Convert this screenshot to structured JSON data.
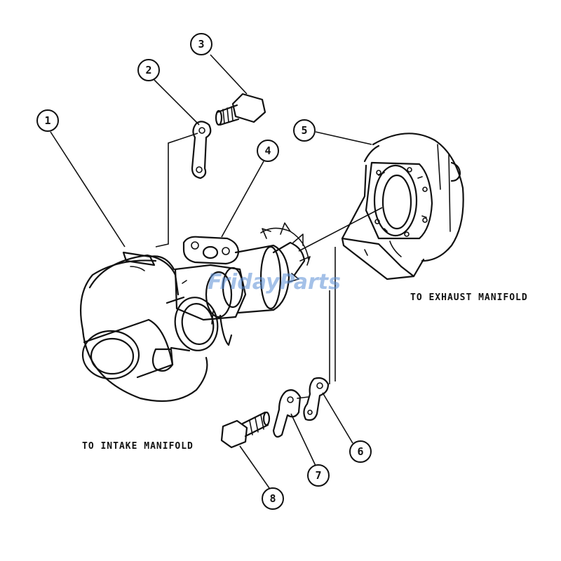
{
  "watermark": "FridayParts",
  "labels": {
    "exhaust": "TO EXHAUST MANIFOLD",
    "intake": "TO INTAKE MANIFOLD"
  },
  "callouts": [
    "1",
    "2",
    "3",
    "4",
    "5",
    "6",
    "7",
    "8"
  ]
}
